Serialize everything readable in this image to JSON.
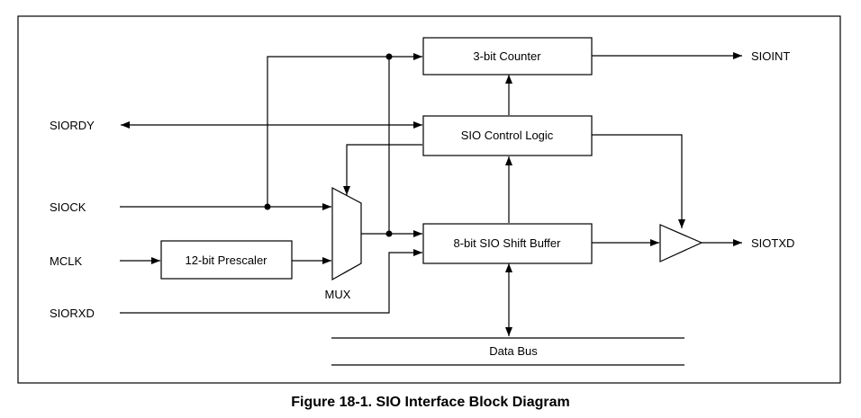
{
  "signals": {
    "sioint": "SIOINT",
    "siordy": "SIORDY",
    "siock": "SIOCK",
    "mclk": "MCLK",
    "siorxd": "SIORXD",
    "siotxd": "SIOTXD"
  },
  "blocks": {
    "counter": "3-bit Counter",
    "control": "SIO Control Logic",
    "shift_buffer": "8-bit SIO Shift Buffer",
    "prescaler": "12-bit Prescaler",
    "mux": "MUX",
    "data_bus": "Data Bus"
  },
  "caption": "Figure 18-1. SIO Interface Block Diagram"
}
